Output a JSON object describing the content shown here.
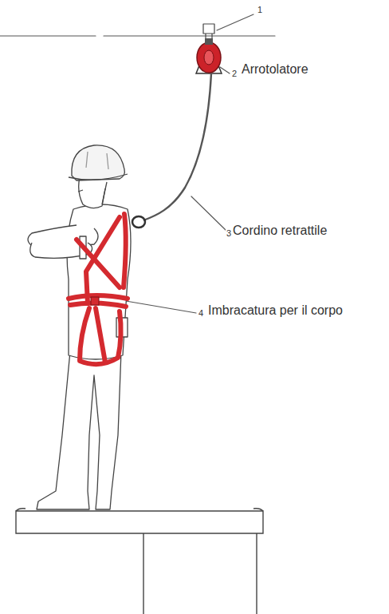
{
  "diagram": {
    "labels": [
      "1",
      "2",
      "Arrotolatore",
      "3",
      "Cordino retrattile",
      "4",
      "Imbracatura per il corpo"
    ]
  }
}
